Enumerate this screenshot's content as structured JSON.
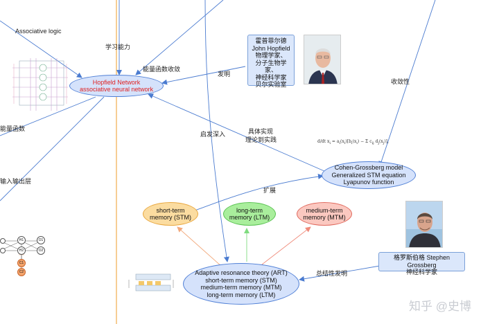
{
  "labels": {
    "associative_logic": "Associative logic",
    "learning": "学习能力",
    "energy_convergence": "能量函数收敛",
    "invented": "发明",
    "convergence": "收敛性",
    "energy_function": "能量函数",
    "inspire": "启发深入",
    "implement_1": "具体实现",
    "implement_2": "理论到实践",
    "io_layer": "输入输出层",
    "extend": "扩展",
    "summary_invent": "总结性发明"
  },
  "nodes": {
    "hopfield": {
      "line1": "Hopfield Network",
      "line2": "associative neural network"
    },
    "cohen": {
      "line1": "Cohen-Grossberg model",
      "line2": "Generalized STM equation",
      "line3": "Lyapunov function"
    },
    "stm": {
      "line1": "short-term",
      "line2": "memory (STM)"
    },
    "ltm": {
      "line1": "long-term",
      "line2": "memory (LTM)"
    },
    "mtm": {
      "line1": "medium-term",
      "line2": "memory (MTM)"
    },
    "art": {
      "line1": "Adaptive resonance theory (ART)",
      "line2": "short-term memory (STM)",
      "line3": "medium-term memory (MTM)",
      "line4": "long-term memory (LTM)"
    }
  },
  "hopfield_box": {
    "lines": [
      "霍普菲尔德",
      "John Hopfield",
      "物理学家、",
      "分子生物学家、",
      "神经科学家",
      "贝尔实验室"
    ]
  },
  "grossberg_box": {
    "line1": "格罗斯伯格 Stephen Grossberg",
    "line2": "神经科学家"
  },
  "network_nodes": {
    "h1": "H1",
    "h2": "H2",
    "o1": "O1",
    "o2": "O2",
    "c1": "C1",
    "c2": "C2"
  },
  "watermark": "知乎 @史博",
  "colors": {
    "edge_blue": "#4a7bd0",
    "edge_orange": "#f2a97c",
    "edge_green": "#7fdc7f",
    "edge_red": "#ef8a7a",
    "timeline": "#f0b45a",
    "node_blue_fill": "#d5e2fb",
    "node_blue_border": "#4f7fd6",
    "stm_fill": "#fbdca0",
    "stm_border": "#e8a73e",
    "ltm_fill": "#a9ee9c",
    "ltm_border": "#5ac252",
    "mtm_fill": "#fbc8c0",
    "mtm_border": "#e0685c",
    "hopfield_text": "#e02020"
  }
}
